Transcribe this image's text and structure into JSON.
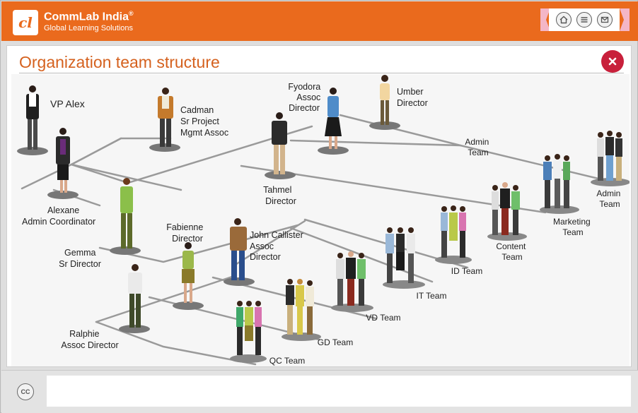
{
  "header": {
    "logo_glyph": "cl",
    "brand_name": "CommLab India",
    "brand_mark": "®",
    "tagline": "Global Learning Solutions",
    "nav_icons": [
      "home-icon",
      "menu-icon",
      "mail-icon"
    ]
  },
  "content": {
    "title": "Organization team structure"
  },
  "chart": {
    "labels": {
      "vp": "VP Alex",
      "cadman": [
        "Cadman",
        "Sr Project",
        "Mgmt Assoc"
      ],
      "fyodora": [
        "Fyodora",
        "Assoc",
        "Director"
      ],
      "umber": [
        "Umber",
        "Director"
      ],
      "admin_team_mid": [
        "Admin",
        "Team"
      ],
      "alexane": [
        "Alexane",
        "Admin Coordinator"
      ],
      "tahmel": [
        "Tahmel",
        "Director"
      ],
      "admin_team": [
        "Admin",
        "Team"
      ],
      "marketing_team": [
        "Marketing",
        "Team"
      ],
      "gemma": [
        "Gemma",
        "Sr Director"
      ],
      "fabienne": [
        "Fabienne",
        "Director"
      ],
      "john": [
        "John Callister",
        "Assoc",
        "Director"
      ],
      "content_team": [
        "Content",
        "Team"
      ],
      "id_team": "ID Team",
      "it_team": "IT Team",
      "vd_team": "VD Team",
      "gd_team": "GD Team",
      "qc_team": "QC Team",
      "ralphie": [
        "Ralphie",
        "Assoc Director"
      ]
    }
  },
  "colors": {
    "brand_orange": "#ea6a1d",
    "title_orange": "#d5611e",
    "close_red": "#c8203b",
    "ribbon_pink": "#f4b6c6"
  },
  "footer": {
    "cc_label": "CC"
  }
}
